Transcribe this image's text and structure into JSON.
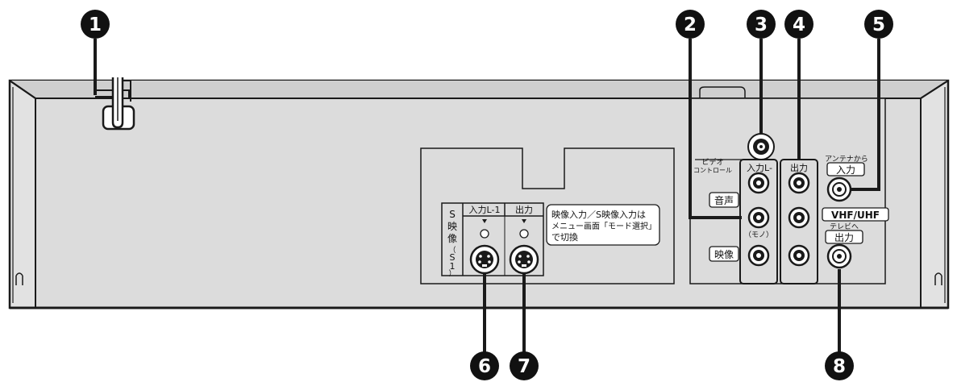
{
  "callouts": [
    "1",
    "2",
    "3",
    "4",
    "5",
    "6",
    "7",
    "8"
  ],
  "labels": {
    "video_control": [
      "ビデオ",
      "コントロール"
    ],
    "input_l": "入力L-",
    "output": "出力",
    "audio": "音声",
    "mono": "（モノ）",
    "video": "映像",
    "antenna_from": "アンテナから",
    "antenna_input": "入力",
    "vhf_uhf": "VHF/UHF",
    "to_tv": "テレビへ",
    "rf_output": "出力",
    "s_video_vertical": [
      "S",
      "映",
      "像",
      "（",
      "S",
      "1",
      "）"
    ],
    "s_input": "入力L-1",
    "s_output": "出力",
    "note": [
      "映像入力／S映像入力は",
      "メニュー画面「モード選択」",
      "で切換"
    ]
  },
  "colors": {
    "panel": "#dcdcdc",
    "outline": "#1a1a1a",
    "callout": "#111111"
  }
}
